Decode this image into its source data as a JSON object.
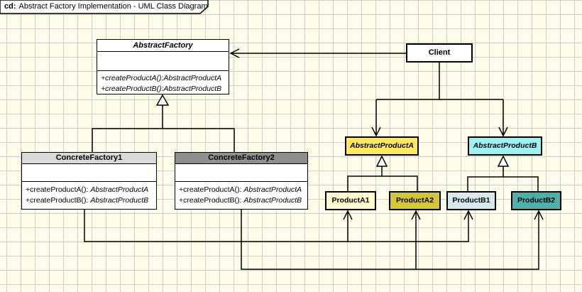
{
  "frame": {
    "tag": "cd:",
    "title": "Abstract Factory Implementation - UML Class Diagram"
  },
  "colors": {
    "canvas_bg": "#FDFDE7",
    "grid_line": "#CCCCD6",
    "frame_label_bg": "#FFFFFF",
    "line": "#000000",
    "factory1_header": "#D9D9D9",
    "factory2_header": "#8F8F8F",
    "abstract_product_a": "#FFE761",
    "abstract_product_b": "#9FF0F0",
    "product_a1": "#FFFBD0",
    "product_a2": "#D3C63B",
    "product_b1": "#D8E9ED",
    "product_b2": "#4FAFAA"
  },
  "classes": {
    "abstract_factory": {
      "name": "AbstractFactory",
      "methods": [
        "+createProductA():AbstractProductA",
        "+createProductB():AbstractProductB"
      ]
    },
    "client": {
      "name": "Client"
    },
    "concrete_factory1": {
      "name": "ConcreteFactory1",
      "methods": [
        {
          "sig": "+createProductA():",
          "type": "AbstractProductA"
        },
        {
          "sig": "+createProductB():",
          "type": "AbstractProductB"
        }
      ]
    },
    "concrete_factory2": {
      "name": "ConcreteFactory2",
      "methods": [
        {
          "sig": "+createProductA():",
          "type": "AbstractProductA"
        },
        {
          "sig": "+createProductB():",
          "type": "AbstractProductB"
        }
      ]
    },
    "abstract_product_a": {
      "name": "AbstractProductA"
    },
    "abstract_product_b": {
      "name": "AbstractProductB"
    },
    "product_a1": {
      "name": "ProductA1"
    },
    "product_a2": {
      "name": "ProductA2"
    },
    "product_b1": {
      "name": "ProductB1"
    },
    "product_b2": {
      "name": "ProductB2"
    }
  },
  "relationships": [
    {
      "type": "association",
      "from": "Client",
      "to": "AbstractFactory"
    },
    {
      "type": "generalization",
      "from": "ConcreteFactory1",
      "to": "AbstractFactory"
    },
    {
      "type": "generalization",
      "from": "ConcreteFactory2",
      "to": "AbstractFactory"
    },
    {
      "type": "association",
      "from": "Client",
      "to": "AbstractProductA"
    },
    {
      "type": "association",
      "from": "Client",
      "to": "AbstractProductB"
    },
    {
      "type": "generalization",
      "from": "ProductA1",
      "to": "AbstractProductA"
    },
    {
      "type": "generalization",
      "from": "ProductA2",
      "to": "AbstractProductA"
    },
    {
      "type": "generalization",
      "from": "ProductB1",
      "to": "AbstractProductB"
    },
    {
      "type": "generalization",
      "from": "ProductB2",
      "to": "AbstractProductB"
    },
    {
      "type": "association",
      "from": "ConcreteFactory1",
      "to": "ProductA1"
    },
    {
      "type": "association",
      "from": "ConcreteFactory1",
      "to": "ProductB1"
    },
    {
      "type": "association",
      "from": "ConcreteFactory2",
      "to": "ProductA2"
    },
    {
      "type": "association",
      "from": "ConcreteFactory2",
      "to": "ProductB2"
    }
  ]
}
